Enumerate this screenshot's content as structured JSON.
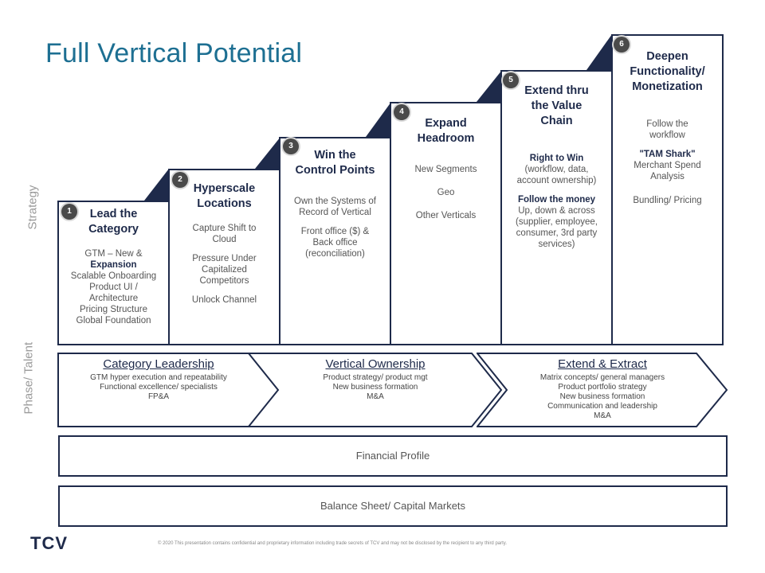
{
  "title": "Full Vertical Potential",
  "side_labels": {
    "strategy": "Strategy",
    "phase": "Phase/ Talent"
  },
  "steps": [
    {
      "num": "1",
      "heading": [
        "Lead the",
        "Category"
      ],
      "body": [
        "GTM – New &",
        "Expansion",
        "Scalable Onboarding",
        "Product UI /",
        "Architecture",
        "Pricing Structure",
        "Global Foundation"
      ]
    },
    {
      "num": "2",
      "heading": [
        "Hyperscale",
        "Locations"
      ],
      "body": [
        "Capture Shift to Cloud",
        "Pressure Under Capitalized Competitors",
        "Unlock Channel"
      ]
    },
    {
      "num": "3",
      "heading": [
        "Win the",
        "Control Points"
      ],
      "body": [
        "Own the Systems of Record of Vertical",
        "Front office ($) & Back office (reconciliation)"
      ]
    },
    {
      "num": "4",
      "heading": [
        "Expand",
        "Headroom"
      ],
      "body": [
        "New Segments",
        "Geo",
        "Other Verticals"
      ]
    },
    {
      "num": "5",
      "heading": [
        "Extend thru",
        "the Value",
        "Chain"
      ],
      "body": [
        "Right to Win",
        "(workflow, data, account ownership)",
        "Follow the money",
        "Up, down & across (supplier, employee, consumer, 3rd party services)"
      ]
    },
    {
      "num": "6",
      "heading": [
        "Deepen",
        "Functionality/",
        "Monetization"
      ],
      "body": [
        "Follow the workflow",
        "\"TAM Shark\"",
        "Merchant Spend Analysis",
        "Bundling/ Pricing"
      ]
    }
  ],
  "phases": [
    {
      "title": "Category Leadership",
      "lines": [
        "GTM hyper execution and repeatability",
        "Functional excellence/ specialists",
        "FP&A"
      ]
    },
    {
      "title": "Vertical Ownership",
      "lines": [
        "Product strategy/ product mgt",
        "New business formation",
        "M&A"
      ]
    },
    {
      "title": "Extend & Extract",
      "lines": [
        "Matrix concepts/ general managers",
        "Product portfolio strategy",
        "New business formation",
        "Communication and leadership",
        "M&A"
      ]
    }
  ],
  "bars": {
    "financial": "Financial Profile",
    "balance": "Balance Sheet/ Capital Markets"
  },
  "logo": "TCV",
  "footer": "© 2020 This presentation contains confidential and proprietary information including trade secrets of TCV and may not be disclosed by the recipient to any third party.",
  "colors": {
    "navy": "#1e2a4a",
    "title_blue": "#1d6f92",
    "badge_gray": "#4a4a4a"
  }
}
